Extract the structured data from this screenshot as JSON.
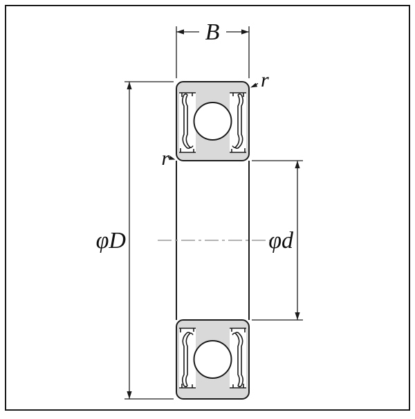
{
  "figure": {
    "labels": {
      "width": "B",
      "outer_diameter": "φD",
      "bore_diameter": "φd",
      "chamfer_outer": "r",
      "chamfer_inner": "r"
    },
    "colors": {
      "line": "#1a1a1a",
      "ring_fill": "#d9d9d9",
      "ball_fill": "#ffffff",
      "centerline": "#9a9a9a",
      "background": "#ffffff"
    }
  }
}
